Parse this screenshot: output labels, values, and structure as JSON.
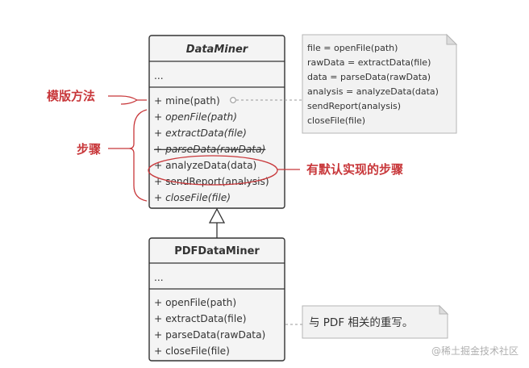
{
  "base_class": {
    "name": "DataMiner",
    "fields": "...",
    "methods": [
      {
        "text": "+ mine(path)",
        "italic": false,
        "strike": false
      },
      {
        "text": "+ openFile(path)",
        "italic": true,
        "strike": false
      },
      {
        "text": "+ extractData(file)",
        "italic": true,
        "strike": false
      },
      {
        "text": "+ parseData(rawData)",
        "italic": true,
        "strike": true
      },
      {
        "text": "+ analyzeData(data)",
        "italic": false,
        "strike": false
      },
      {
        "text": "+ sendReport(analysis)",
        "italic": false,
        "strike": false
      },
      {
        "text": "+ closeFile(file)",
        "italic": true,
        "strike": false
      }
    ]
  },
  "sub_class": {
    "name": "PDFDataMiner",
    "fields": "...",
    "methods": [
      {
        "text": "+ openFile(path)",
        "italic": false,
        "strike": false
      },
      {
        "text": "+ extractData(file)",
        "italic": false,
        "strike": false
      },
      {
        "text": "+ parseData(rawData)",
        "italic": false,
        "strike": false
      },
      {
        "text": "+ closeFile(file)",
        "italic": false,
        "strike": false
      }
    ]
  },
  "note_template": {
    "lines": [
      "file = openFile(path)",
      "rawData = extractData(file)",
      "data = parseData(rawData)",
      "analysis = analyzeData(data)",
      "sendReport(analysis)",
      "closeFile(file)"
    ]
  },
  "note_pdf": {
    "text": "与 PDF 相关的重写。"
  },
  "labels": {
    "template_method": "模版方法",
    "steps": "步骤",
    "default_steps": "有默认实现的步骤"
  },
  "watermark": "@稀土掘金技术社区",
  "colors": {
    "accent_red": "#c8373a",
    "box_fill": "#f4f4f4",
    "note_fill": "#f2f2f2"
  }
}
